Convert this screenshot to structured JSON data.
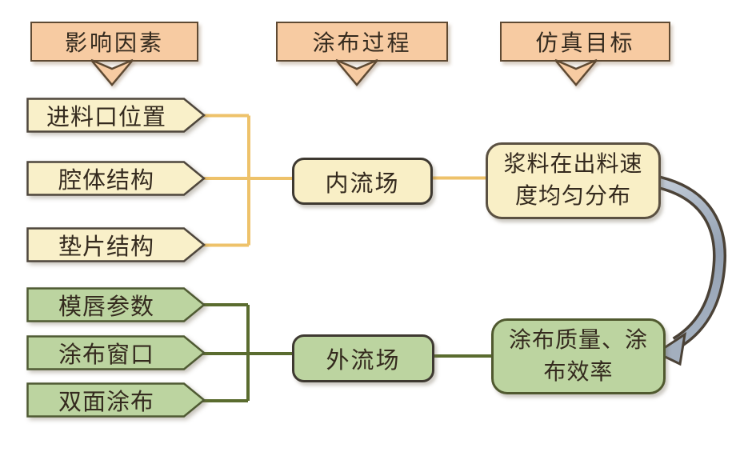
{
  "diagram": {
    "headers": {
      "factors": "影响因素",
      "process": "涂布过程",
      "target": "仿真目标"
    },
    "internal_group": {
      "factors": [
        "进料口位置",
        "腔体结构",
        "垫片结构"
      ],
      "process": "内流场",
      "target": "浆料在出料速度均匀分布"
    },
    "external_group": {
      "factors": [
        "模唇参数",
        "涂布窗口",
        "双面涂布"
      ],
      "process": "外流场",
      "target": "涂布质量、涂布效率"
    },
    "colors": {
      "header_fill": "#f7cba2",
      "header_border": "#5f4a33",
      "yellow_fill": "#f9f0c9",
      "yellow_border": "#4e463c",
      "yellow_line": "#eec26a",
      "green_fill": "#bcd4a0",
      "green_border": "#4f5a33",
      "green_line": "#5a6c2f",
      "feedback_arrow_fill": "#a3afbe",
      "feedback_arrow_border": "#4b4237",
      "text": "#342a1e"
    }
  }
}
